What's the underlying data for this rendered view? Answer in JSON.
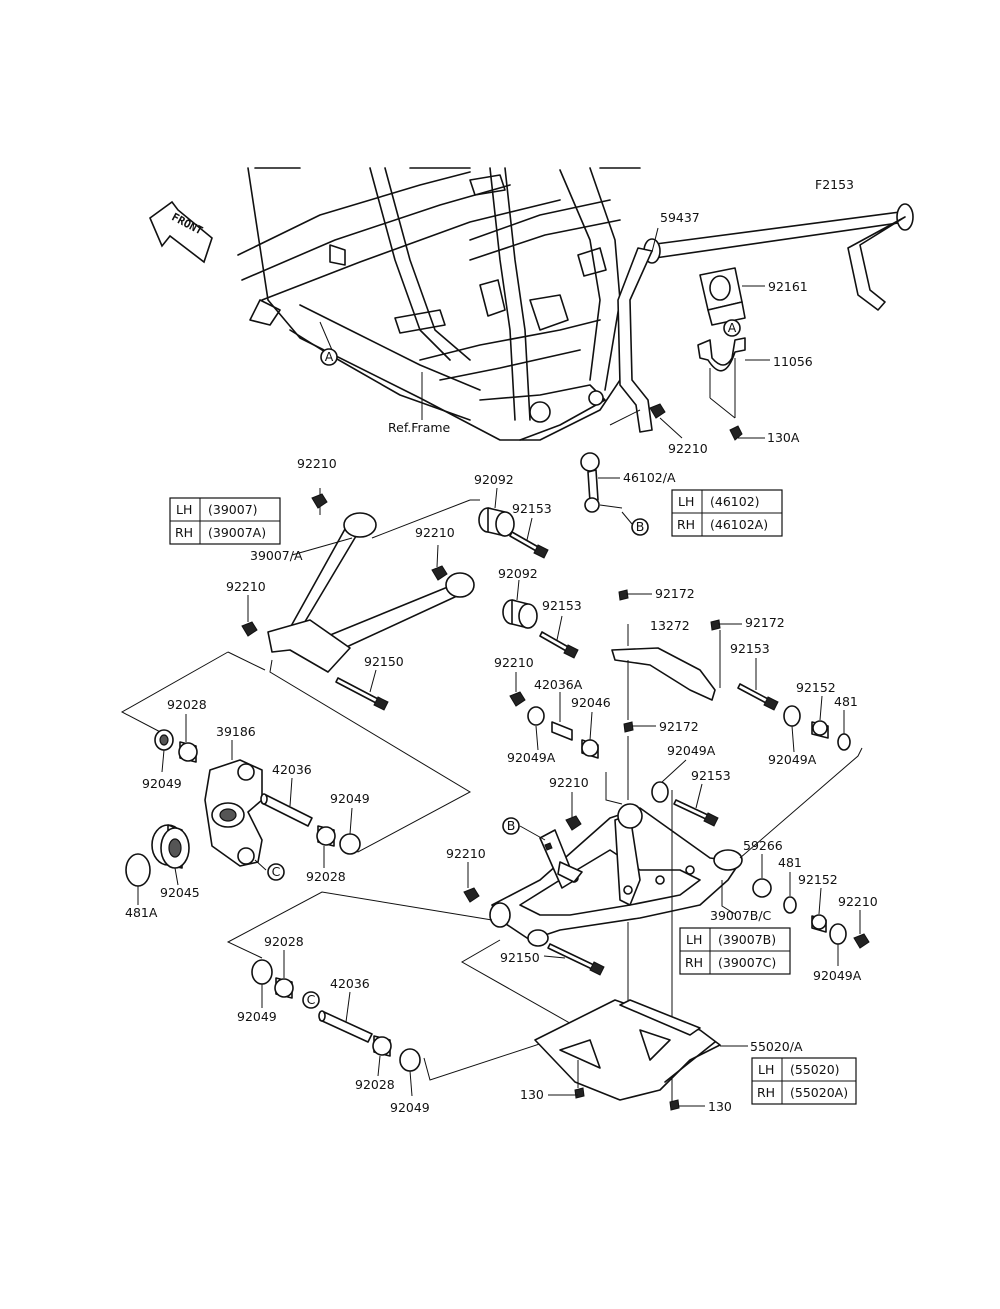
{
  "figure_code": "F2153",
  "front_label": "FRONT",
  "ref_frame_label": "Ref.Frame",
  "callout_letters": [
    "A",
    "A",
    "B",
    "B",
    "C",
    "C"
  ],
  "part_labels": [
    "59437",
    "92161",
    "11056",
    "130A",
    "92210",
    "46102/A",
    "92210",
    "92092",
    "92153",
    "39007/A",
    "92210",
    "92092",
    "92210",
    "92153",
    "92150",
    "92172",
    "92172",
    "13272",
    "92153",
    "92210",
    "42036A",
    "92046",
    "92152",
    "481",
    "92172",
    "92049A",
    "92049A",
    "92049A",
    "92153",
    "92028",
    "39186",
    "92049",
    "42036",
    "92049",
    "92028",
    "92045",
    "481A",
    "92210",
    "92210",
    "59266",
    "481",
    "92152",
    "92210",
    "39007B/C",
    "92049A",
    "92150",
    "92028",
    "42036",
    "92049",
    "92028",
    "92049",
    "55020/A",
    "130",
    "130"
  ],
  "tables": [
    {
      "rows": [
        {
          "side": "LH",
          "part": "(39007)"
        },
        {
          "side": "RH",
          "part": "(39007A)"
        }
      ]
    },
    {
      "rows": [
        {
          "side": "LH",
          "part": "(46102)"
        },
        {
          "side": "RH",
          "part": "(46102A)"
        }
      ]
    },
    {
      "rows": [
        {
          "side": "LH",
          "part": "(39007B)"
        },
        {
          "side": "RH",
          "part": "(39007C)"
        }
      ]
    },
    {
      "rows": [
        {
          "side": "LH",
          "part": "(55020)"
        },
        {
          "side": "RH",
          "part": "(55020A)"
        }
      ]
    }
  ]
}
